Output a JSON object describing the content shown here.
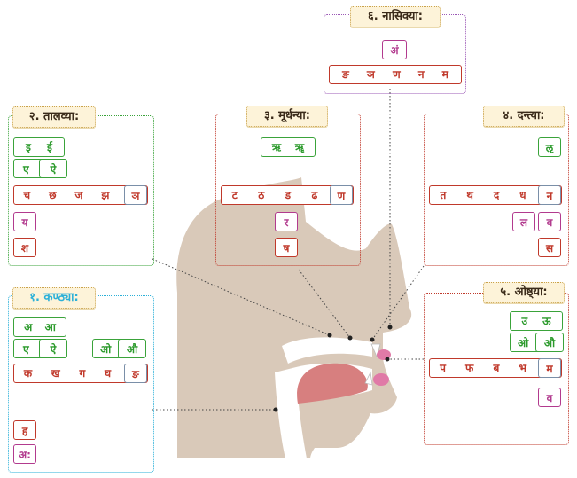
{
  "nasikya": {
    "title": "६. नासिक्या:",
    "anusvara": "अं",
    "letters": [
      "ङ",
      "ञ",
      "ण",
      "न",
      "म"
    ]
  },
  "talavya": {
    "title": "२. तालव्या:",
    "vowels1": [
      "इ",
      "ई"
    ],
    "vowels2": [
      "ए",
      "ऐ"
    ],
    "consonants": [
      "च",
      "छ",
      "ज",
      "झ"
    ],
    "nasal": "ञ",
    "semivowel": "य",
    "sibilant": "श"
  },
  "murdhanya": {
    "title": "३. मूर्धन्या:",
    "vowels": [
      "ऋ",
      "ॠ"
    ],
    "consonants": [
      "ट",
      "ठ",
      "ड",
      "ढ"
    ],
    "nasal": "ण",
    "semivowel": "र",
    "sibilant": "ष"
  },
  "dantya": {
    "title": "४. दन्त्या:",
    "vowel": "ऌ",
    "consonants": [
      "त",
      "थ",
      "द",
      "ध"
    ],
    "nasal": "न",
    "la": "ल",
    "va": "व",
    "sibilant": "स"
  },
  "kanthya": {
    "title": "१. कण्ठ्या:",
    "vowels1": [
      "अ",
      "आ"
    ],
    "vowels2": [
      "ए",
      "ऐ"
    ],
    "vowels3": [
      "ओ",
      "औ"
    ],
    "consonants": [
      "क",
      "ख",
      "ग",
      "घ"
    ],
    "nasal": "ङ",
    "ha": "ह",
    "visarga": "अ:"
  },
  "oshthya": {
    "title": "५. ओष्ठ्या:",
    "vowels1": [
      "उ",
      "ऊ"
    ],
    "vowels2": [
      "ओ",
      "औ"
    ],
    "consonants": [
      "प",
      "फ",
      "ब",
      "भ"
    ],
    "nasal": "म",
    "semivowel": "व"
  },
  "colors": {
    "vowel": "#2b9a2b",
    "consonant": "#c0392b",
    "other": "#b23a8e",
    "head": "#d8c8b8",
    "tongue": "#d98080"
  }
}
